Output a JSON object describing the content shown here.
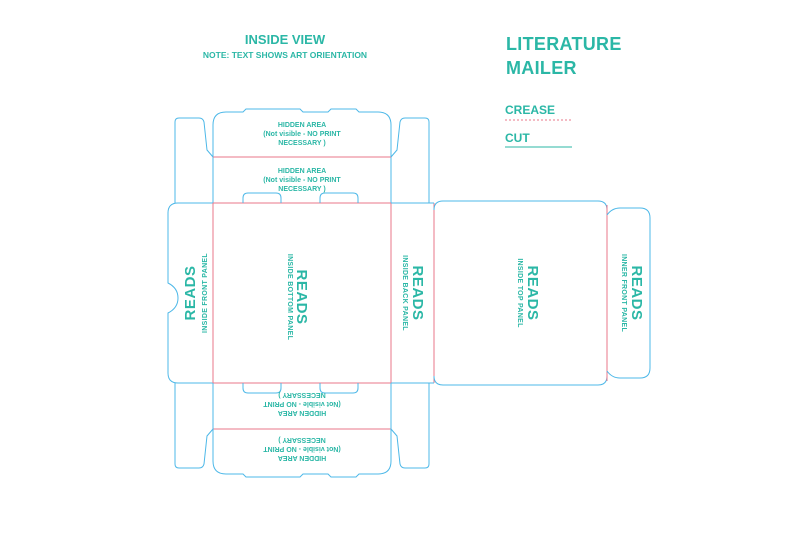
{
  "header": {
    "title": "INSIDE VIEW",
    "note": "NOTE: TEXT SHOWS ART ORIENTATION"
  },
  "product": {
    "line1": "LITERATURE",
    "line2": "MAILER"
  },
  "legend": {
    "crease_label": "CREASE",
    "cut_label": "CUT",
    "crease_color": "#e8778a",
    "cut_color": "#2bb7a6"
  },
  "hidden_area": {
    "line1": "HIDDEN AREA",
    "line2": "(Not visible - NO PRINT",
    "line3": "NECESSARY )"
  },
  "panels": {
    "reads": "READS",
    "inside_front": "INSIDE FRONT PANEL",
    "inside_bottom": "INSIDE BOTTOM PANEL",
    "inside_back": "INSIDE BACK PANEL",
    "inside_top": "INSIDE TOP PANEL",
    "inner_front": "INNER FRONT PANEL"
  },
  "colors": {
    "text": "#2bb7a6",
    "cut_line": "#4db8e8",
    "crease_line": "#e8778a"
  }
}
